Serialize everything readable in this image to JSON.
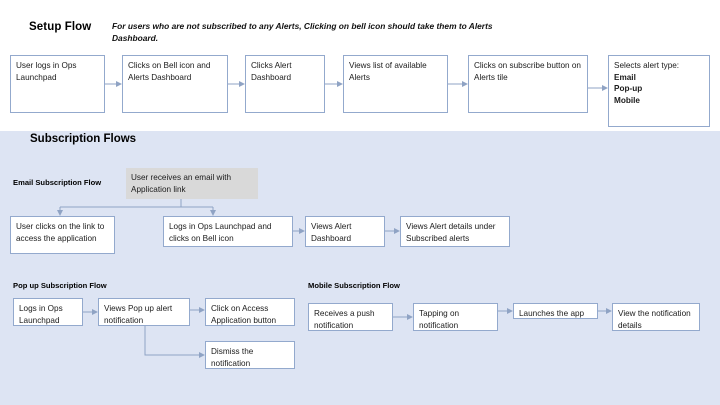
{
  "page": {
    "background_white": "#ffffff",
    "band_color": "#dde4f3",
    "box_border_color": "#93a9cd",
    "connector_color": "#8fa3c4",
    "gray_box_color": "#d9d9d9"
  },
  "setup": {
    "title": "Setup Flow",
    "subtitle": "For users who are not subscribed to any Alerts, Clicking on bell icon should take them to Alerts Dashboard.",
    "steps": [
      {
        "text": "User logs in Ops Launchpad"
      },
      {
        "text": "Clicks on Bell icon and Alerts Dashboard"
      },
      {
        "text": "Clicks Alert Dashboard"
      },
      {
        "text": "Views list of available Alerts"
      },
      {
        "text": "Clicks on subscribe button on Alerts tile"
      }
    ],
    "final_step": {
      "lead": "Selects alert type:",
      "options": [
        "Email",
        "Pop-up",
        "Mobile"
      ]
    }
  },
  "subscription": {
    "title": "Subscription Flows",
    "email_flow": {
      "label": "Email Subscription Flow",
      "source": "User receives an email with Application link",
      "branch_left": "User clicks on the link to access the application",
      "branch_down": "Logs in Ops Launchpad and clicks on Bell icon",
      "next_1": "Views Alert Dashboard",
      "next_2": "Views Alert details under Subscribed alerts"
    },
    "popup_flow": {
      "label": "Pop up Subscription Flow",
      "step_1": "Logs in Ops Launchpad",
      "step_2": "Views Pop up alert notification",
      "branch_1": "Click on Access Application button",
      "branch_2": "Dismiss the notification"
    },
    "mobile_flow": {
      "label": "Mobile Subscription Flow",
      "step_1": "Receives a push notification",
      "step_2": "Tapping on notification",
      "step_3": "Launches the app",
      "step_4": "View the notification details"
    }
  }
}
